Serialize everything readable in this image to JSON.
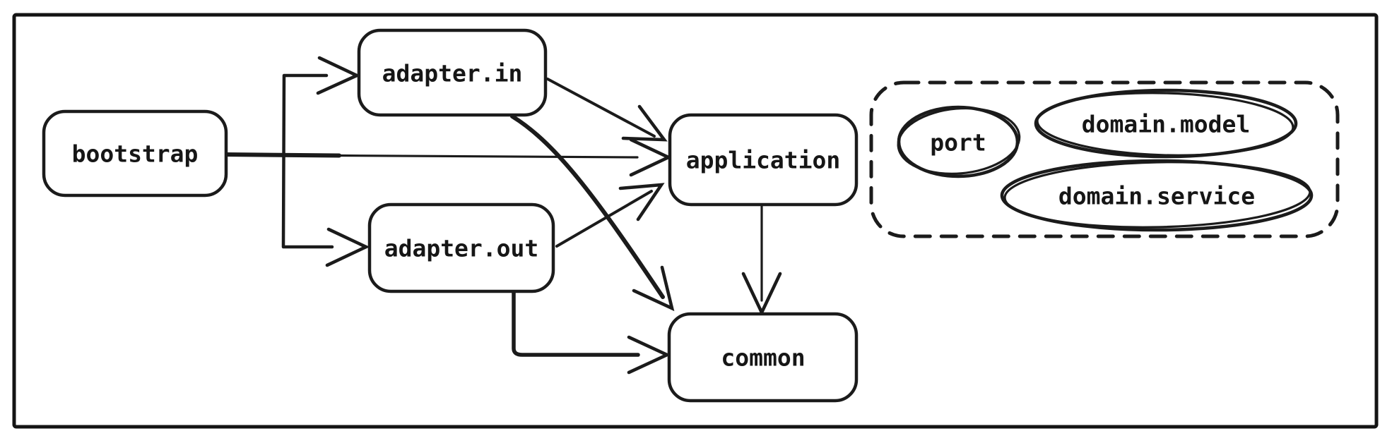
{
  "colors": {
    "ink": "#1b1b1b",
    "background": "#ffffff"
  },
  "nodes": {
    "bootstrap": {
      "label": "bootstrap"
    },
    "adapter_in": {
      "label": "adapter.in"
    },
    "adapter_out": {
      "label": "adapter.out"
    },
    "application": {
      "label": "application"
    },
    "common": {
      "label": "common"
    }
  },
  "domain_group": {
    "port": {
      "label": "port"
    },
    "domain_model": {
      "label": "domain.model"
    },
    "domain_service": {
      "label": "domain.service"
    }
  },
  "edges": [
    {
      "from": "bootstrap",
      "to": "adapter.in"
    },
    {
      "from": "bootstrap",
      "to": "adapter.out"
    },
    {
      "from": "bootstrap",
      "to": "application"
    },
    {
      "from": "adapter.in",
      "to": "application"
    },
    {
      "from": "adapter.in",
      "to": "common"
    },
    {
      "from": "adapter.out",
      "to": "application"
    },
    {
      "from": "adapter.out",
      "to": "common"
    },
    {
      "from": "application",
      "to": "common"
    }
  ]
}
